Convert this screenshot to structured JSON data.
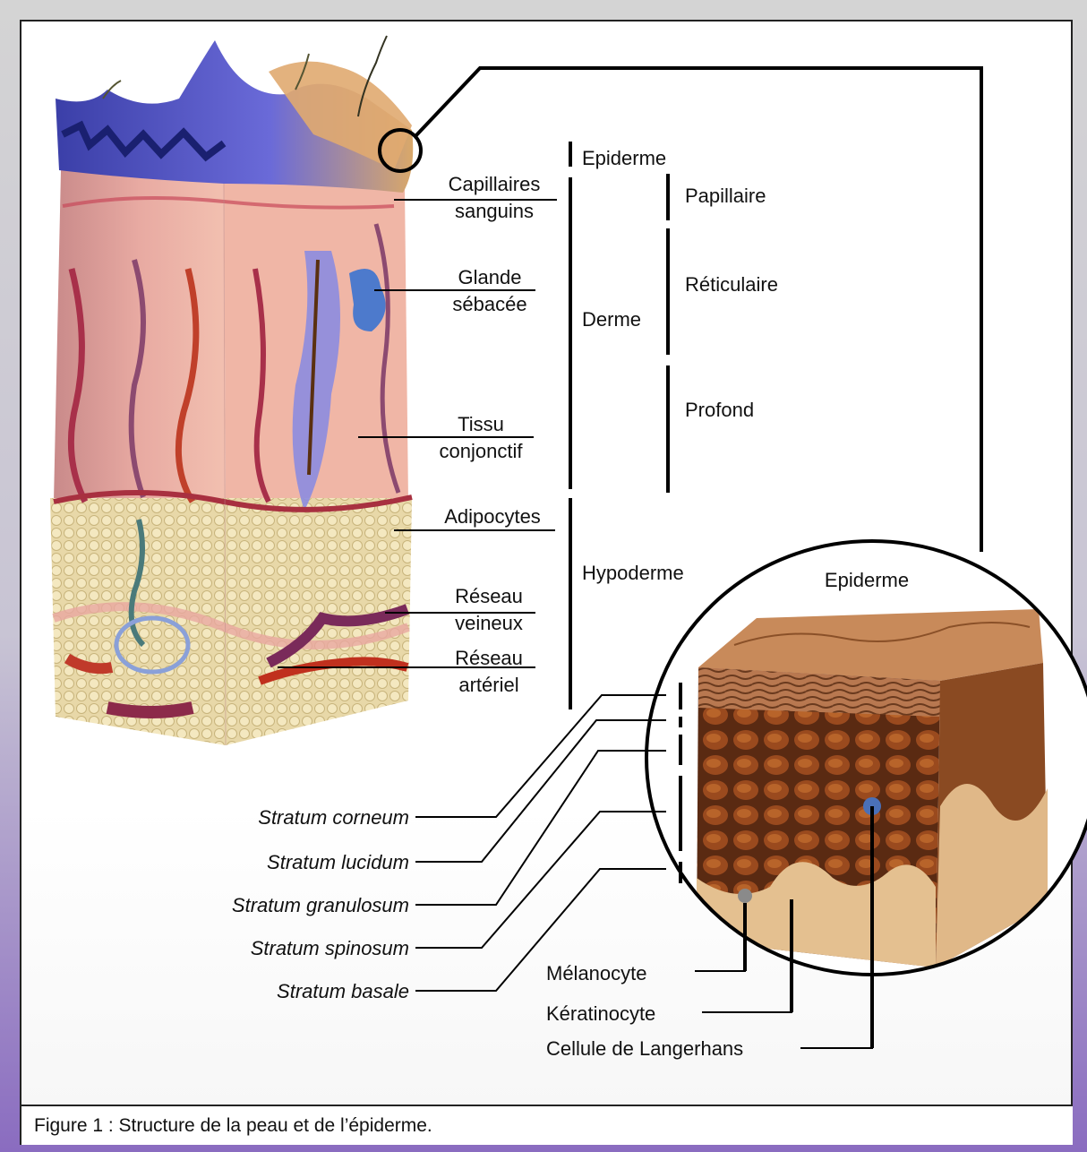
{
  "labels_left": {
    "capillaires": [
      "Capillaires",
      "sanguins"
    ],
    "glande": [
      "Glande",
      "sébacée"
    ],
    "tissu": [
      "Tissu",
      "conjonctif"
    ],
    "adipocytes": "Adipocytes",
    "reseau_veineux": [
      "Réseau",
      "veineux"
    ],
    "reseau_arteriel": [
      "Réseau",
      "artériel"
    ]
  },
  "layers": {
    "epiderme": "Epiderme",
    "derme": "Derme",
    "hypoderme": "Hypoderme"
  },
  "sublayers": {
    "papillaire": "Papillaire",
    "reticulaire": "Réticulaire",
    "profond": "Profond"
  },
  "zoom_title": "Epiderme",
  "strata": [
    "Stratum corneum",
    "Stratum lucidum",
    "Stratum granulosum",
    "Stratum spinosum",
    "Stratum basale"
  ],
  "cells": {
    "melanocyte": "Mélanocyte",
    "keratinocyte": "Kératinocyte",
    "langerhans": "Cellule de Langerhans"
  },
  "caption": "Figure 1 : Structure de la peau et de l’épiderme."
}
